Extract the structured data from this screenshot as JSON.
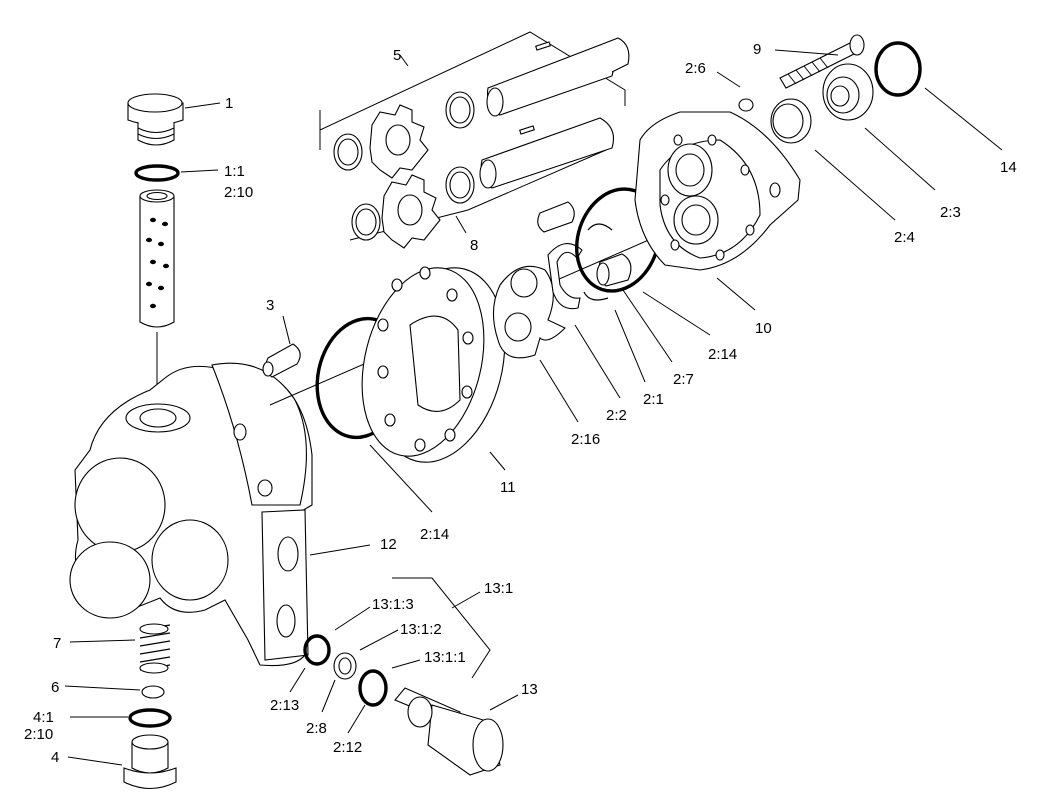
{
  "labels": {
    "l1": "1",
    "l1_1": "1:1",
    "l2_10a": "2:10",
    "l3": "3",
    "l5": "5",
    "l8": "8",
    "l9": "9",
    "l2_6": "2:6",
    "l14": "14",
    "l2_3": "2:3",
    "l2_4": "2:4",
    "l10": "10",
    "l2_14a": "2:14",
    "l2_7": "2:7",
    "l2_1": "2:1",
    "l2_2": "2:2",
    "l2_16": "2:16",
    "l11": "11",
    "l2_14b": "2:14",
    "l12": "12",
    "l13_1": "13:1",
    "l13_1_3": "13:1:3",
    "l13_1_2": "13:1:2",
    "l13_1_1": "13:1:1",
    "l13": "13",
    "l2_13": "2:13",
    "l2_8": "2:8",
    "l2_12": "2:12",
    "l7": "7",
    "l6": "6",
    "l4_1": "4:1",
    "l2_10b": "2:10",
    "l4": "4"
  }
}
